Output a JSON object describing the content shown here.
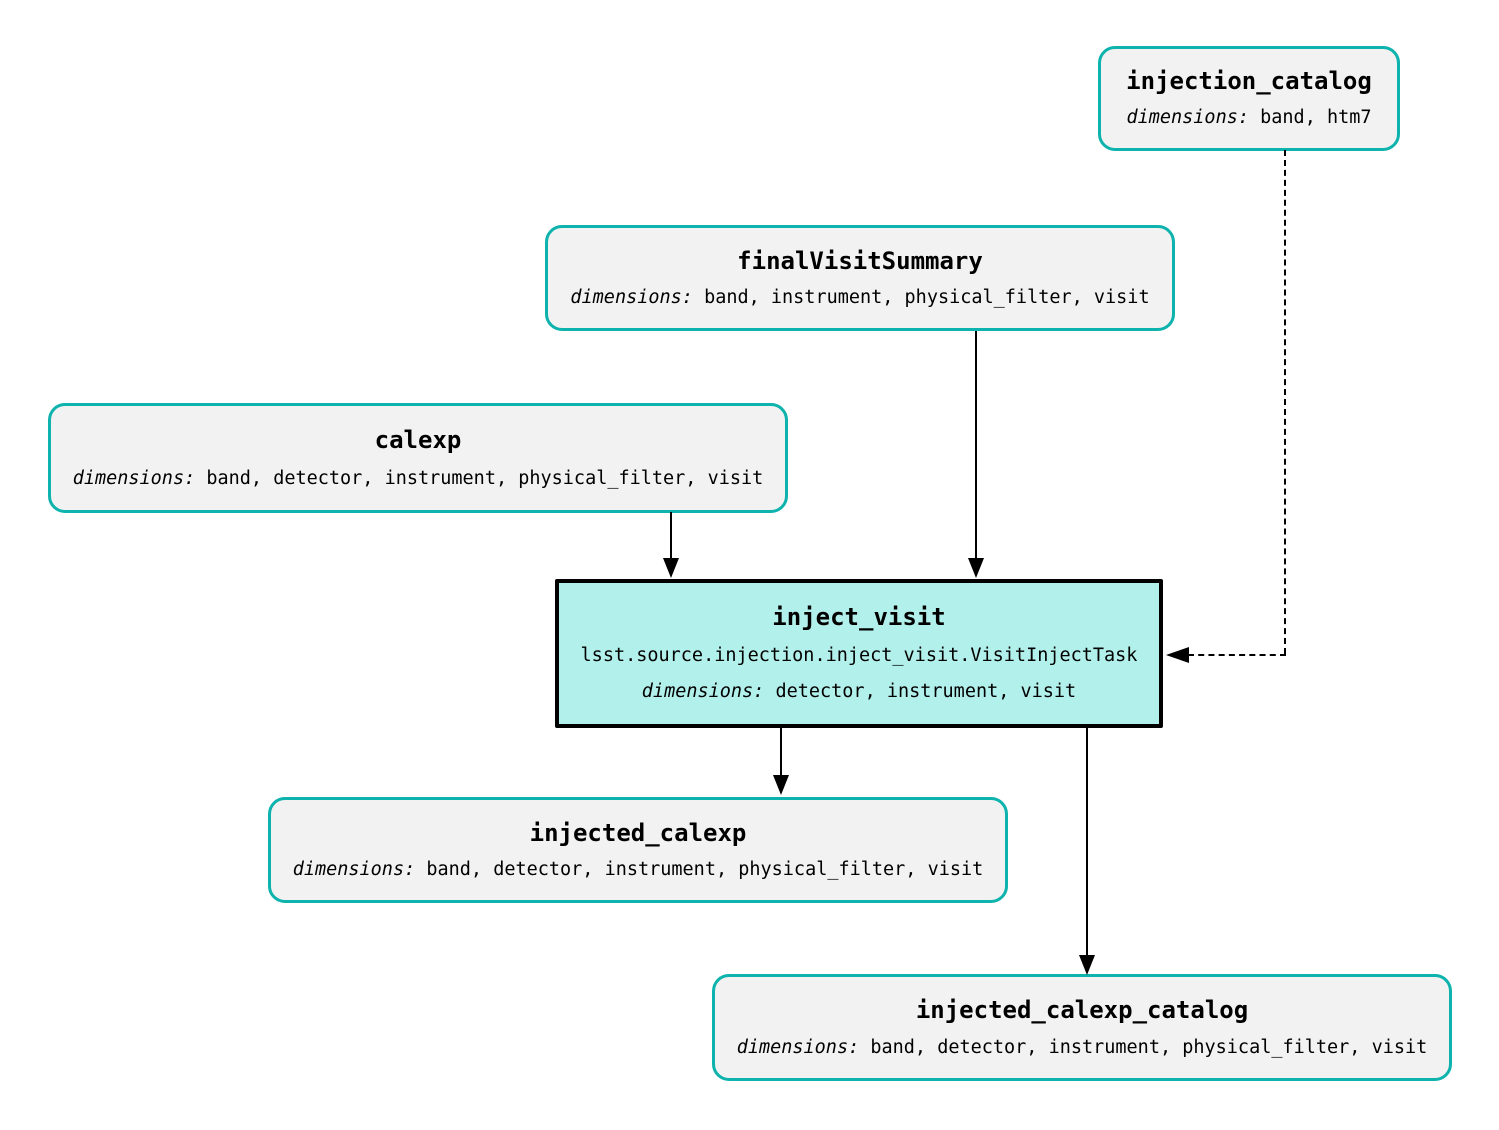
{
  "nodes": {
    "injection_catalog": {
      "title": "injection_catalog",
      "dims_label": "dimensions:",
      "dims": "band, htm7"
    },
    "finalVisitSummary": {
      "title": "finalVisitSummary",
      "dims_label": "dimensions:",
      "dims": "band, instrument, physical_filter, visit"
    },
    "calexp": {
      "title": "calexp",
      "dims_label": "dimensions:",
      "dims": "band, detector, instrument, physical_filter, visit"
    },
    "inject_visit": {
      "title": "inject_visit",
      "task_class": "lsst.source.injection.inject_visit.VisitInjectTask",
      "dims_label": "dimensions:",
      "dims": "detector, instrument, visit"
    },
    "injected_calexp": {
      "title": "injected_calexp",
      "dims_label": "dimensions:",
      "dims": "band, detector, instrument, physical_filter, visit"
    },
    "injected_calexp_catalog": {
      "title": "injected_calexp_catalog",
      "dims_label": "dimensions:",
      "dims": "band, detector, instrument, physical_filter, visit"
    }
  },
  "colors": {
    "dataset_border": "#0db3ac",
    "dataset_fill": "#f2f2f2",
    "task_fill": "#b2f0ec",
    "task_border": "#000000",
    "edge": "#000000",
    "background": "#ffffff"
  }
}
